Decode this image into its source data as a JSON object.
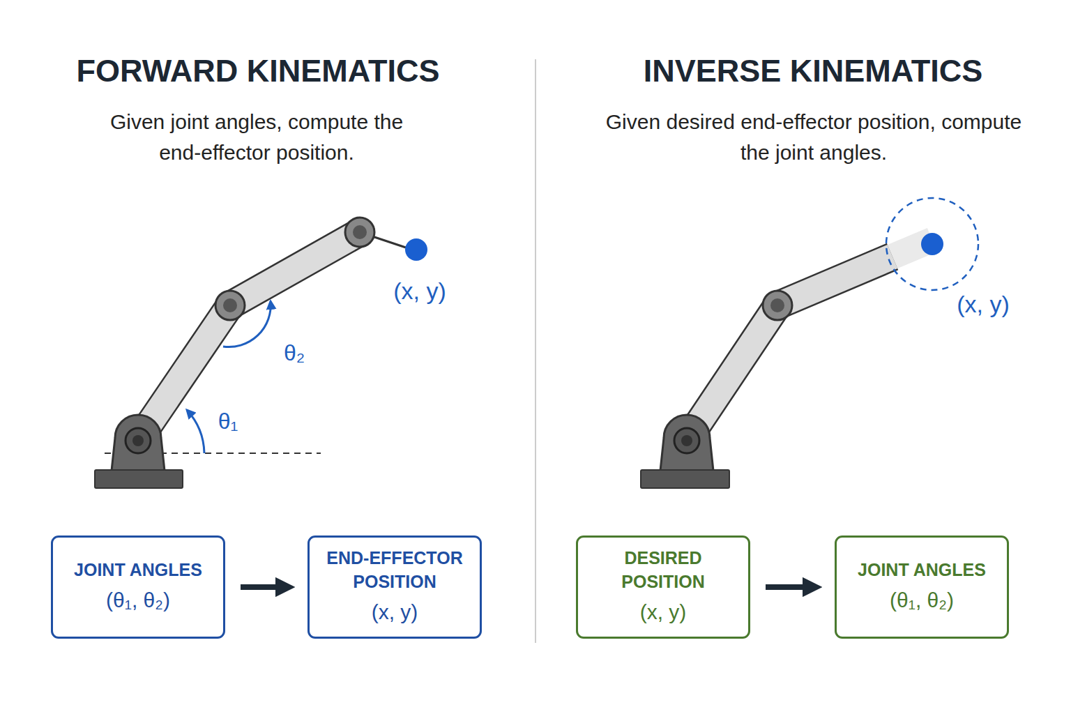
{
  "diagram": {
    "nodes": [
      {
        "text": [
          "JOINT ANGLES",
          "(θ₁, θ₂)"
        ]
      },
      {
        "text": [
          "END-EFFECTOR POSITION",
          "(x, y)"
        ]
      },
      {
        "text": [
          "DESIRED POSITION",
          "(x, y)"
        ]
      },
      {
        "text": [
          "JOINT ANGLES",
          "(θ₁, θ₂)"
        ]
      }
    ],
    "edges": [
      {
        "from": 0,
        "to": 1,
        "arrow": "to"
      },
      {
        "from": 2,
        "to": 3,
        "arrow": "to"
      }
    ],
    "labels": [
      "FORWARD KINEMATICS",
      "Given joint angles, compute the end-effector position.",
      "θ₂",
      "θ₁",
      "(x, y)",
      "INVERSE KINEMATICS",
      "Given desired end-effector position, compute the joint angles.",
      "(x, y)"
    ]
  }
}
